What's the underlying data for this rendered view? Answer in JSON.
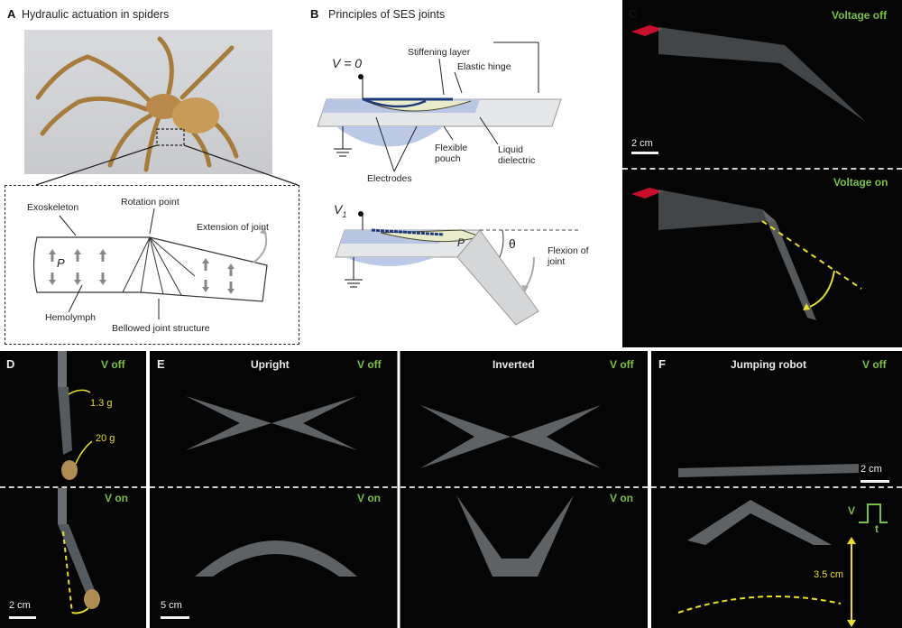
{
  "panelA": {
    "label": "A",
    "title": "Hydraulic actuation in spiders",
    "exoskeleton": "Exoskeleton",
    "rotation_point": "Rotation point",
    "extension": "Extension of joint",
    "pressure": "P",
    "hemolymph": "Hemolymph",
    "bellowed": "Bellowed joint structure"
  },
  "panelB": {
    "label": "B",
    "title": "Principles of SES joints",
    "v0": "V = 0",
    "stiffening": "Stiffening layer",
    "hinge": "Elastic hinge",
    "flexible_pouch": "Flexible pouch",
    "liquid_dielectric": "Liquid dielectric",
    "electrodes": "Electrodes",
    "v1": "V",
    "v1_sub": "1",
    "pressure": "P",
    "theta": "θ",
    "flexion": "Flexion of joint"
  },
  "panelC": {
    "label": "C",
    "voltage_off": "Voltage off",
    "voltage_on": "Voltage on",
    "scale": "2 cm"
  },
  "panelD": {
    "label": "D",
    "v_off": "V off",
    "v_on": "V on",
    "mass1": "1.3 g",
    "mass2": "20 g",
    "scale": "2 cm"
  },
  "panelE": {
    "label": "E",
    "upright": "Upright",
    "inverted": "Inverted",
    "v_off_left": "V off",
    "v_off_right": "V off",
    "v_on_left": "V on",
    "v_on_right": "V on",
    "scale": "5 cm"
  },
  "panelF": {
    "label": "F",
    "title": "Jumping robot",
    "v_off": "V off",
    "scale": "2 cm",
    "pulse_v": "V",
    "pulse_t": "t",
    "height": "3.5 cm"
  },
  "colors": {
    "voltage_tag": "#7ac143",
    "annotation": "#e8df2a",
    "electrode": "#1f3a7a"
  }
}
